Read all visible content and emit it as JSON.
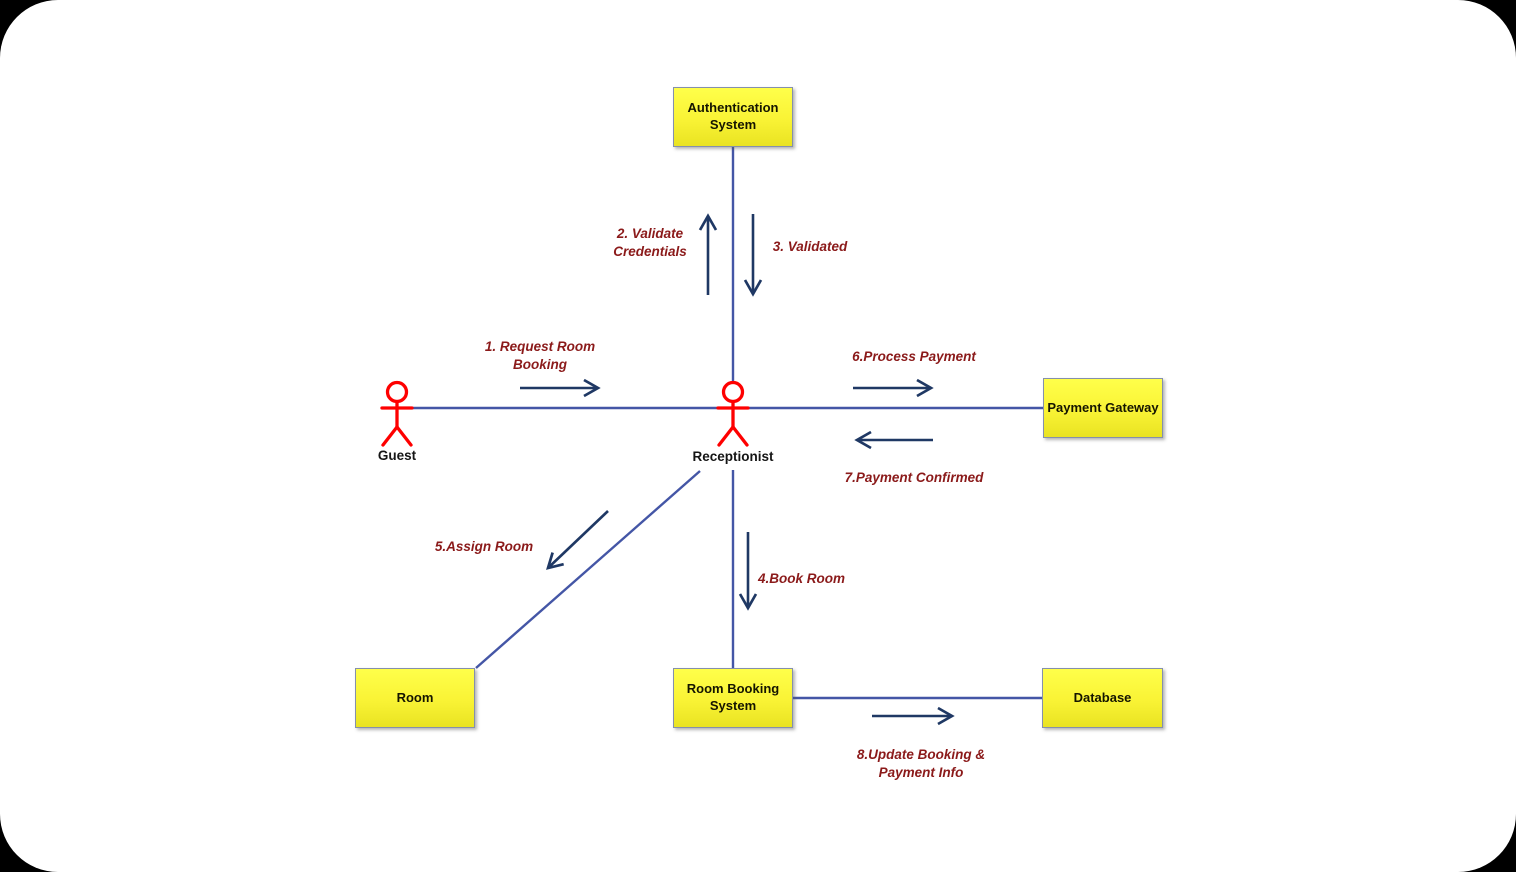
{
  "nodes": {
    "auth": {
      "label": "Authentication System"
    },
    "payment": {
      "label": "Payment Gateway"
    },
    "room": {
      "label": "Room"
    },
    "rbs": {
      "label": "Room Booking System"
    },
    "db": {
      "label": "Database"
    }
  },
  "actors": {
    "guest": {
      "label": "Guest"
    },
    "receptionist": {
      "label": "Receptionist"
    }
  },
  "messages": {
    "m1": {
      "label": "1. Request Room Booking"
    },
    "m2": {
      "label": "2. Validate Credentials"
    },
    "m3": {
      "label": "3. Validated"
    },
    "m4": {
      "label": "4.Book Room"
    },
    "m5": {
      "label": "5.Assign Room"
    },
    "m6": {
      "label": "6.Process Payment"
    },
    "m7": {
      "label": "7.Payment Confirmed"
    },
    "m8": {
      "label": "8.Update Booking & Payment Info"
    }
  },
  "colors": {
    "page_background": "#000000",
    "canvas_background": "#ffffff",
    "node_fill_top": "#ffff4a",
    "node_fill_bottom": "#e9e322",
    "node_border": "#8590ab",
    "node_text": "#151500",
    "connector_line": "#4456a6",
    "arrow": "#1f3864",
    "actor_red": "#fe0000",
    "message_text": "#8b1a1a"
  }
}
